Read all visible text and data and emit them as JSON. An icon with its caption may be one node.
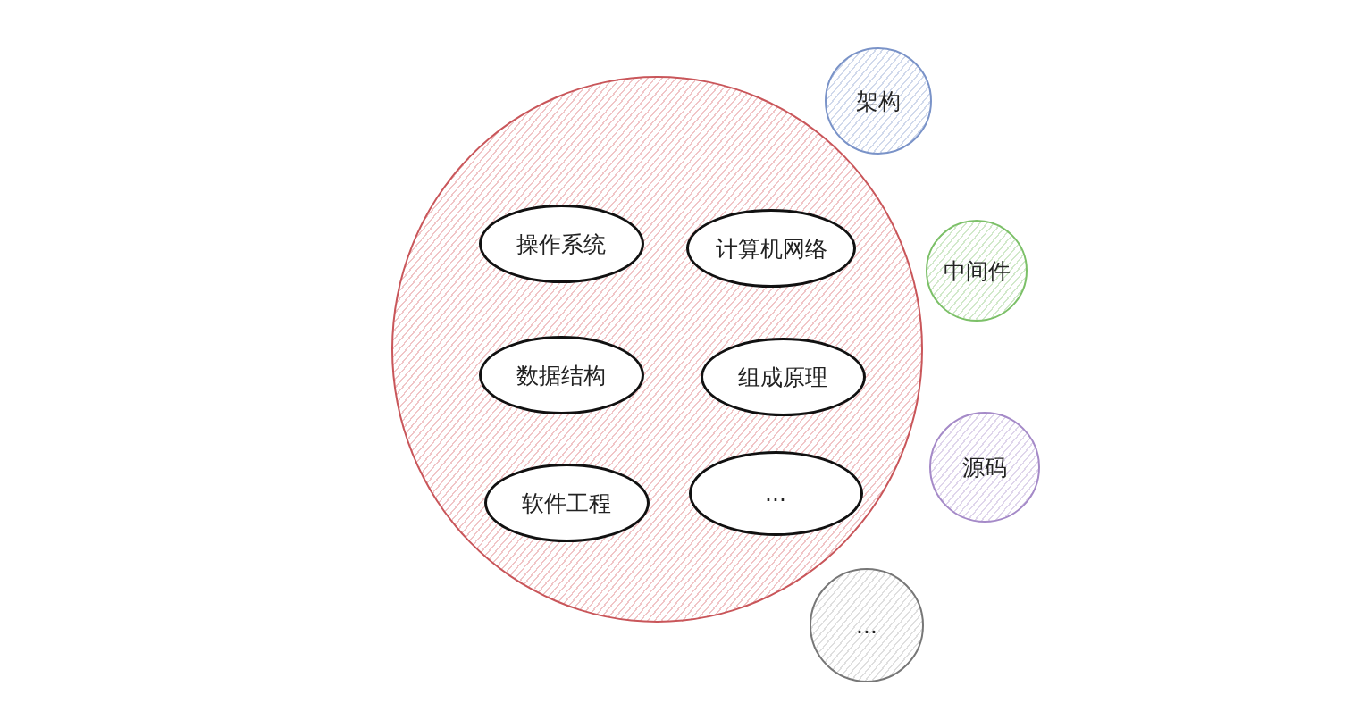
{
  "diagram": {
    "nodes": [
      {
        "text": [],
        "shape": "circle"
      },
      {
        "text": [
          "操作系统"
        ],
        "in": 0
      },
      {
        "text": [
          "计算机网络"
        ],
        "in": 0
      },
      {
        "text": [
          "数据结构"
        ],
        "in": 0
      },
      {
        "text": [
          "组成原理"
        ],
        "in": 0
      },
      {
        "text": [
          "软件工程"
        ],
        "in": 0
      },
      {
        "text": [
          "..."
        ],
        "in": 0
      },
      {
        "text": [
          "架构"
        ]
      },
      {
        "text": [
          "中间件"
        ]
      },
      {
        "text": [
          "源码"
        ]
      },
      {
        "text": [
          "..."
        ]
      }
    ]
  }
}
